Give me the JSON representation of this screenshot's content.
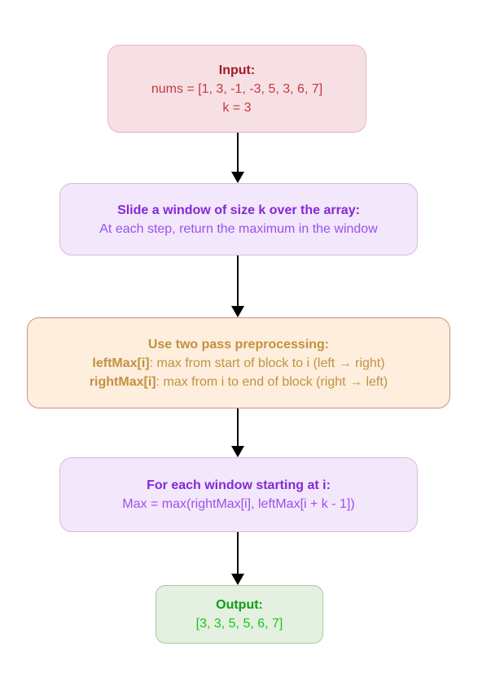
{
  "flowchart": {
    "nodes": {
      "input": {
        "title": "Input:",
        "line1": "nums = [1, 3, -1, -3, 5, 3, 6, 7]",
        "line2": "k = 3",
        "colors": {
          "background": "#f7e0e4",
          "border": "#e3b7bf",
          "title": "#a11a24",
          "body": "#c2383f"
        }
      },
      "slide_window": {
        "title": "Slide a window of size k over the array:",
        "line1": "At each step, return the maximum in the window",
        "colors": {
          "background": "#f3e7fb",
          "border": "#d9bcda",
          "title": "#8428d8",
          "body": "#9b51ee"
        }
      },
      "preprocessing": {
        "title": "Use two pass preprocessing:",
        "line1_bold": "leftMax[i]",
        "line1_rest": ": max from start of block to i (left → right)",
        "line2_bold": "rightMax[i]",
        "line2_rest": ": max from i to end of block (right → left)",
        "colors": {
          "background": "#fdeedd",
          "border": "#c9918b",
          "text": "#c3913f"
        }
      },
      "window_max": {
        "title": "For each window starting at i:",
        "line1": "Max = max(rightMax[i], leftMax[i + k - 1])",
        "colors": {
          "background": "#f3e7fb",
          "border": "#d9bcda",
          "title": "#8428d8",
          "body": "#9b51ee"
        }
      },
      "output": {
        "title": "Output:",
        "line1": "[3, 3, 5, 5, 6, 7]",
        "colors": {
          "background": "#e4f0e0",
          "border": "#a7c9a1",
          "title": "#0f9f0f",
          "body": "#1dc31d"
        }
      }
    },
    "arrow_color": "#000000"
  }
}
